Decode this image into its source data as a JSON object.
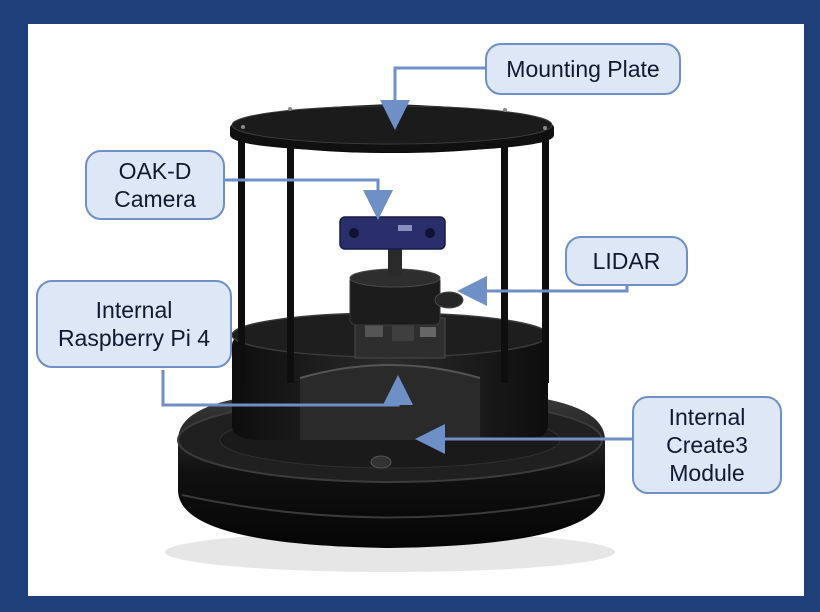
{
  "labels": {
    "mounting_plate": "Mounting Plate",
    "oakd_camera": "OAK-D\nCamera",
    "lidar": "LIDAR",
    "raspberry_pi": "Internal\nRaspberry Pi 4",
    "create3": "Internal\nCreate3\nModule"
  },
  "colors": {
    "page_background": "#1f3f7a",
    "callout_fill": "#dde7f6",
    "callout_border": "#6f8fc7",
    "arrow": "#6f8fc7",
    "robot_dark": "#141414",
    "camera_accent": "#2a2f6b"
  }
}
